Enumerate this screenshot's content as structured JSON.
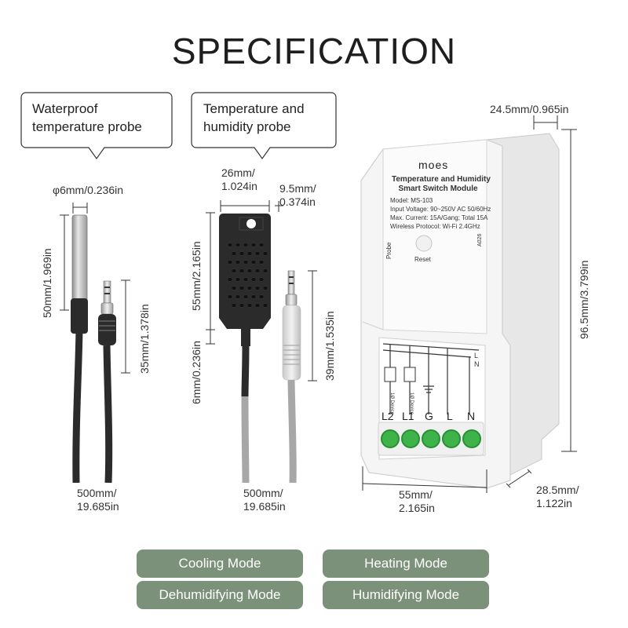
{
  "title": "SPECIFICATION",
  "probe1": {
    "label_line1": "Waterproof",
    "label_line2": "temperature probe",
    "diameter": "φ6mm/0.236in",
    "length": "50mm/1.969in",
    "plug_length": "35mm/1.378in",
    "cable_line1": "500mm/",
    "cable_line2": "19.685in"
  },
  "probe2": {
    "label_line1": "Temperature and",
    "label_line2": "humidity probe",
    "width_line1": "26mm/",
    "width_line2": "1.024in",
    "depth_line1": "9.5mm/",
    "depth_line2": "0.374in",
    "height": "55mm/2.165in",
    "neck": "6mm/0.236in",
    "plug_length": "39mm/1.535in",
    "cable_line1": "500mm/",
    "cable_line2": "19.685in"
  },
  "device": {
    "top_dim": "24.5mm/0.965in",
    "height_dim": "96.5mm/3.799in",
    "width_line1": "55mm/",
    "width_line2": "2.165in",
    "depth_line1": "28.5mm/",
    "depth_line2": "1.122in",
    "brand": "MOES",
    "name_line1": "Temperature and Humidity",
    "name_line2": "Smart Switch Module",
    "model": "Model: MS-103",
    "input": "Input Voltage: 90~250V AC 50/60Hz",
    "current": "Max. Current: 15A/Gang; Total 15A",
    "wireless": "Wireless Protocol: Wi-Fi 2.4GHz",
    "reset": "Reset",
    "probe": "Probe",
    "code": "A026",
    "device_tag": "1Ø Device",
    "line_L": "L",
    "line_N": "N",
    "terminals": [
      "L2",
      "L1",
      "G",
      "L",
      "N"
    ]
  },
  "modes": [
    "Cooling Mode",
    "Heating Mode",
    "Dehumidifying Mode",
    "Humidifying Mode"
  ],
  "colors": {
    "mode_button": "#7c917a",
    "terminal_green": "#3db34a",
    "probe_black": "#2b2b2b",
    "cable_grey": "#a7a7a7"
  }
}
